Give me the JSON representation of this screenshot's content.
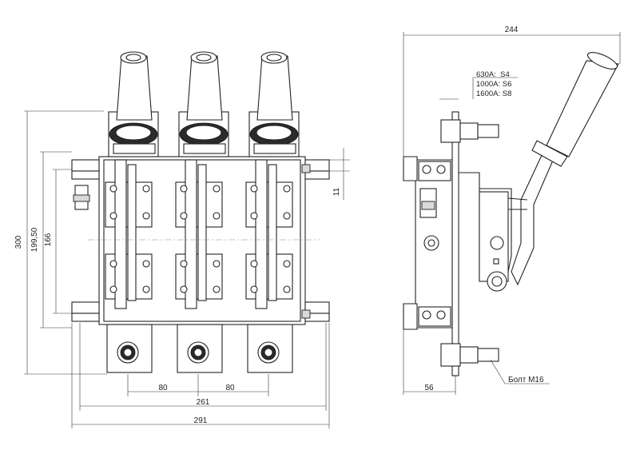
{
  "front_view": {
    "dimensions": {
      "overall_height": "300",
      "mount_height": "199,50",
      "inner_height": "166",
      "small_gap": "11",
      "pitch_left": "80",
      "pitch_right": "80",
      "width_inner": "261",
      "width_overall": "291"
    }
  },
  "side_view": {
    "dimensions": {
      "overall_width": "244",
      "base_offset": "56"
    },
    "key_sizes": {
      "row1": "630A:  S4",
      "row2": "1000A: S6",
      "row3": "1600A: S8"
    },
    "bolt_label": "Болт М16"
  },
  "colors": {
    "line": "#222222",
    "dark_part": "#2b2b2b",
    "background": "#ffffff"
  }
}
